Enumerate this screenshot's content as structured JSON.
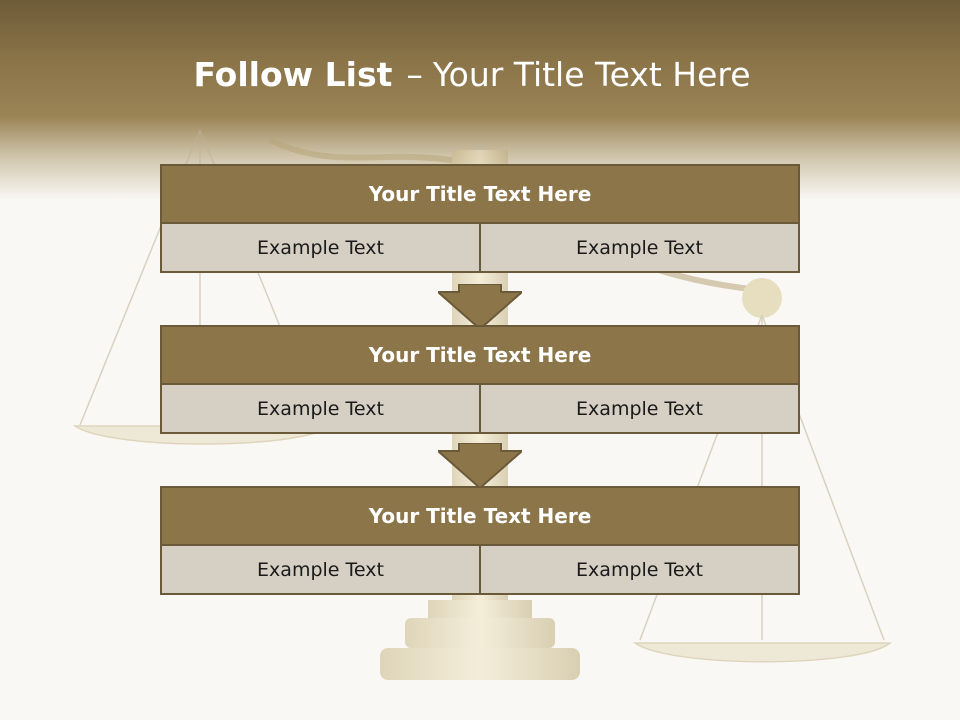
{
  "header": {
    "title_strong": "Follow List",
    "title_separator": "–",
    "title_rest": "Your Title Text Here"
  },
  "blocks": [
    {
      "title": "Your Title Text Here",
      "cells": [
        "Example Text",
        "Example Text"
      ]
    },
    {
      "title": "Your Title Text Here",
      "cells": [
        "Example Text",
        "Example Text"
      ]
    },
    {
      "title": "Your Title Text Here",
      "cells": [
        "Example Text",
        "Example Text"
      ]
    }
  ],
  "colors": {
    "header_brown": "#8a7448",
    "block_head": "#8c7549",
    "block_border": "#6b5a3a",
    "cell_bg": "#d5cfc4",
    "arrow_fill": "#8c7549",
    "background": "#faf8f4"
  },
  "background_image": {
    "icon": "scales-of-justice-icon"
  }
}
